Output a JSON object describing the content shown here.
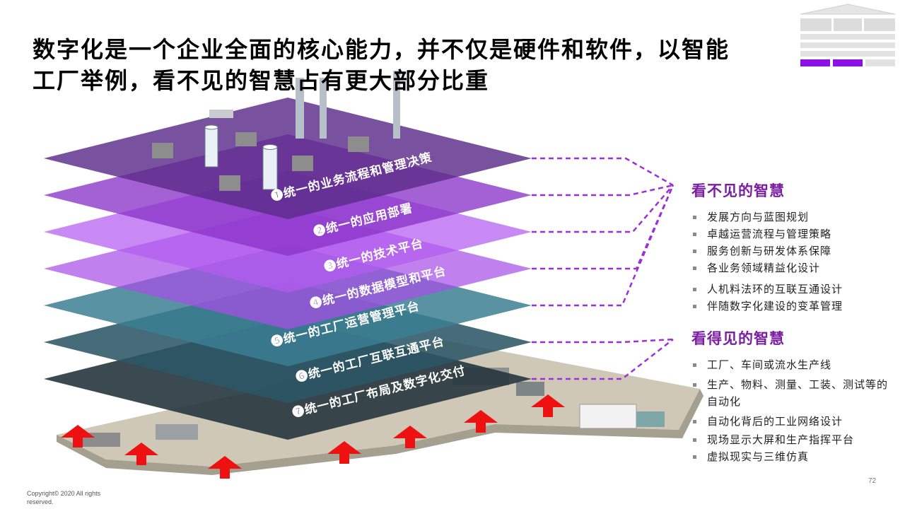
{
  "title": {
    "line1": "数字化是一个企业全面的核心能力，并不仅是硬件和软件，以智能",
    "line2": "工厂举例，看不见的智慧占有更大部分比重"
  },
  "layers": [
    {
      "label": "❶统一的业务流程和管理决策",
      "color": "#5b2c8a"
    },
    {
      "label": "❷统一的应用部署",
      "color": "#8a35c8"
    },
    {
      "label": "❸统一的技术平台",
      "color": "#b35cf0"
    },
    {
      "label": "❹统一的数据模型和平台",
      "color": "#a84fe6"
    },
    {
      "label": "❺统一的工厂运营管理平台",
      "color": "#3b7f93"
    },
    {
      "label": "❻统一的工厂互联互通平台",
      "color": "#2c5666"
    },
    {
      "label": "❼统一的工厂布局及数字化交付",
      "color": "#26363e"
    }
  ],
  "invisible_wisdom": {
    "heading": "看不见的智慧",
    "items": [
      "发展方向与蓝图规划",
      "卓越运营流程与管理策略",
      "服务创新与研发体系保障",
      "各业务领域精益化设计",
      "人机料法环的互联互通设计",
      "伴随数字化建设的变革管理"
    ]
  },
  "visible_wisdom": {
    "heading": "看得见的智慧",
    "items": [
      "工厂、车间或流水生产线",
      "生产、物料、测量、工装、测试等的自动化",
      "自动化背后的工业网络设计",
      "现场显示大屏和生产指挥平台",
      "虚拟现实与三维仿真"
    ]
  },
  "colors": {
    "accent": "#7b1fa2",
    "arrow": "#ee1111",
    "connector": "#9b30d9"
  },
  "footer": {
    "copyright": "Copyright© 2020 All rights reserved.",
    "page_number": "72"
  }
}
